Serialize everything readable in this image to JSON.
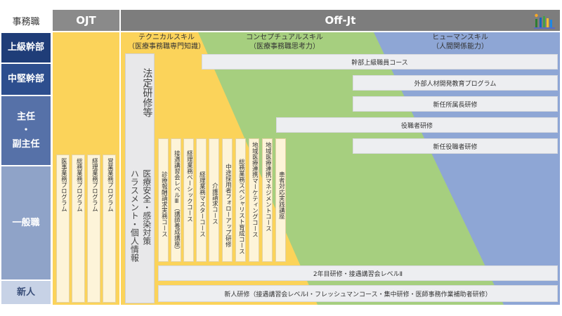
{
  "header": {
    "left_label": "事務職",
    "ojt_label": "OJT",
    "offjt_label": "Off-Jt"
  },
  "levels": [
    {
      "label": "上級幹部",
      "color": "#1f3d78"
    },
    {
      "label": "中堅幹部",
      "color": "#2d4e8e"
    },
    {
      "label": "主任\n・\n副主任",
      "color": "#5671a8"
    },
    {
      "label": "一般職",
      "color": "#8fa3c8"
    },
    {
      "label": "新人",
      "color": "#c7d2e6"
    }
  ],
  "skills": {
    "technical": {
      "title": "テクニカルスキル",
      "subtitle": "（医療事務職専門知識）"
    },
    "conceptual": {
      "title": "コンセプチュアルスキル",
      "subtitle": "（医療事務職思考力）"
    },
    "human": {
      "title": "ヒューマンスキル",
      "subtitle": "（人間関係能力）"
    }
  },
  "colors": {
    "yellow": "#fbd35a",
    "green": "#a6cf7f",
    "blue": "#8ea6d5"
  },
  "ojt_programs": [
    "医事業務プログラム",
    "総務業務プログラム",
    "経理業務プログラム",
    "営業業務プログラム"
  ],
  "legal": {
    "line1": "法定研修等",
    "line2": "医療安全・感染対策",
    "line3": "ハラスメント・個人情報"
  },
  "vertical_courses": [
    "診療報酬請求実務コース",
    "接遇講習会レベルⅢ（講師養成講座）",
    "経理業務ベーシックコース",
    "経理業務マスターコース",
    "介護請求コース",
    "中途採用者フォローアップ研修",
    "総務業務スペシャリスト育成コース",
    "地域医療連携マーケティングコース",
    "地域医療連携マネジメントコース",
    "患者対応実践講座"
  ],
  "horizontal_courses": [
    "幹部上級職員コース",
    "外部人材開発教育プログラム",
    "新任所属長研修",
    "役職者研修",
    "新任役職者研修",
    "2年目研修・接遇講習会レベルⅡ",
    "新人研修（接遇講習会レベルⅠ・フレッシュマンコース・集中研修・医師事務作業補助者研修）"
  ]
}
